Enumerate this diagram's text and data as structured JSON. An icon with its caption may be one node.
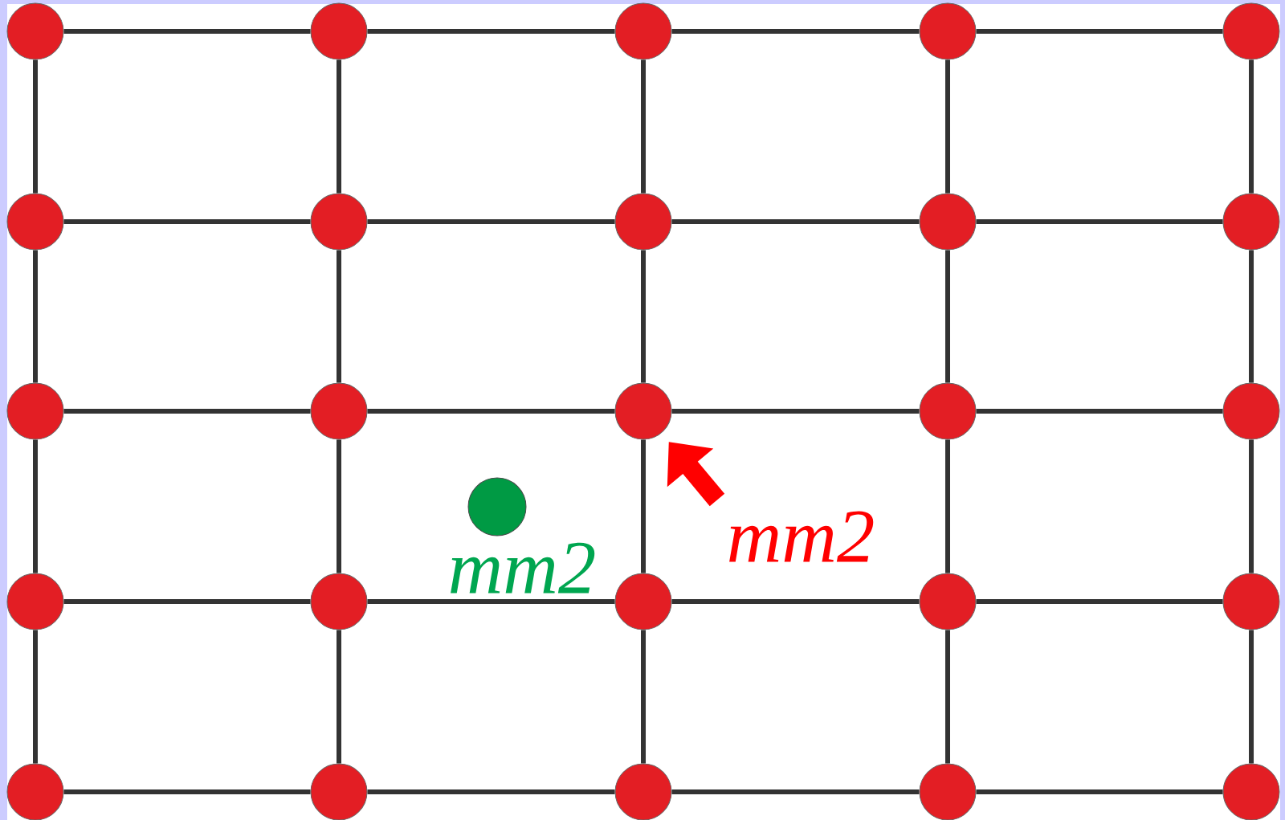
{
  "diagram": {
    "nodes": [
      {
        "text": [],
        "shape": "circle"
      },
      {
        "text": [],
        "shape": "circle"
      },
      {
        "text": [],
        "shape": "circle"
      },
      {
        "text": [],
        "shape": "circle"
      },
      {
        "text": [],
        "shape": "circle"
      },
      {
        "text": [],
        "shape": "circle"
      },
      {
        "text": [],
        "shape": "circle"
      },
      {
        "text": [],
        "shape": "circle"
      },
      {
        "text": [],
        "shape": "circle"
      },
      {
        "text": [],
        "shape": "circle"
      },
      {
        "text": [],
        "shape": "circle"
      },
      {
        "text": [],
        "shape": "circle"
      },
      {
        "text": [],
        "shape": "circle"
      },
      {
        "text": [],
        "shape": "circle"
      },
      {
        "text": [],
        "shape": "circle"
      },
      {
        "text": [],
        "shape": "circle"
      },
      {
        "text": [],
        "shape": "circle"
      },
      {
        "text": [],
        "shape": "circle"
      },
      {
        "text": [],
        "shape": "circle"
      },
      {
        "text": [],
        "shape": "circle"
      },
      {
        "text": [],
        "shape": "circle"
      },
      {
        "text": [],
        "shape": "circle"
      },
      {
        "text": [],
        "shape": "circle"
      },
      {
        "text": [],
        "shape": "circle"
      },
      {
        "text": [],
        "shape": "circle"
      },
      {
        "text": [],
        "shape": "circle",
        "beside": [
          "mm2"
        ]
      },
      {
        "text": [
          "mm2"
        ]
      }
    ],
    "edges": [
      {
        "from": 0,
        "to": 1,
        "arrow": "none"
      },
      {
        "from": 1,
        "to": 2,
        "arrow": "none"
      },
      {
        "from": 2,
        "to": 3,
        "arrow": "none"
      },
      {
        "from": 3,
        "to": 4,
        "arrow": "none"
      },
      {
        "from": 5,
        "to": 6,
        "arrow": "none"
      },
      {
        "from": 6,
        "to": 7,
        "arrow": "none"
      },
      {
        "from": 7,
        "to": 8,
        "arrow": "none"
      },
      {
        "from": 8,
        "to": 9,
        "arrow": "none"
      },
      {
        "from": 10,
        "to": 11,
        "arrow": "none"
      },
      {
        "from": 11,
        "to": 12,
        "arrow": "none"
      },
      {
        "from": 12,
        "to": 13,
        "arrow": "none"
      },
      {
        "from": 13,
        "to": 14,
        "arrow": "none"
      },
      {
        "from": 15,
        "to": 16,
        "arrow": "none"
      },
      {
        "from": 16,
        "to": 17,
        "arrow": "none"
      },
      {
        "from": 17,
        "to": 18,
        "arrow": "none"
      },
      {
        "from": 18,
        "to": 19,
        "arrow": "none"
      },
      {
        "from": 20,
        "to": 21,
        "arrow": "none"
      },
      {
        "from": 21,
        "to": 22,
        "arrow": "none"
      },
      {
        "from": 22,
        "to": 23,
        "arrow": "none"
      },
      {
        "from": 23,
        "to": 24,
        "arrow": "none"
      },
      {
        "from": 0,
        "to": 5,
        "arrow": "none"
      },
      {
        "from": 5,
        "to": 10,
        "arrow": "none"
      },
      {
        "from": 10,
        "to": 15,
        "arrow": "none"
      },
      {
        "from": 15,
        "to": 20,
        "arrow": "none"
      },
      {
        "from": 1,
        "to": 6,
        "arrow": "none"
      },
      {
        "from": 6,
        "to": 11,
        "arrow": "none"
      },
      {
        "from": 11,
        "to": 16,
        "arrow": "none"
      },
      {
        "from": 16,
        "to": 21,
        "arrow": "none"
      },
      {
        "from": 2,
        "to": 7,
        "arrow": "none"
      },
      {
        "from": 7,
        "to": 12,
        "arrow": "none"
      },
      {
        "from": 12,
        "to": 17,
        "arrow": "none"
      },
      {
        "from": 17,
        "to": 22,
        "arrow": "none"
      },
      {
        "from": 3,
        "to": 8,
        "arrow": "none"
      },
      {
        "from": 8,
        "to": 13,
        "arrow": "none"
      },
      {
        "from": 13,
        "to": 18,
        "arrow": "none"
      },
      {
        "from": 18,
        "to": 23,
        "arrow": "none"
      },
      {
        "from": 4,
        "to": 9,
        "arrow": "none"
      },
      {
        "from": 9,
        "to": 14,
        "arrow": "none"
      },
      {
        "from": 14,
        "to": 19,
        "arrow": "none"
      },
      {
        "from": 19,
        "to": 24,
        "arrow": "none"
      },
      {
        "from": 26,
        "to": 12,
        "arrow": "to",
        "style": "thick",
        "color": "#ff0000"
      }
    ]
  }
}
